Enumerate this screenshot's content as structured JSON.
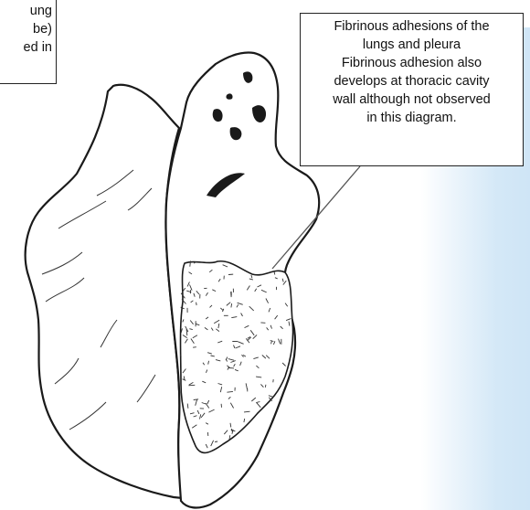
{
  "callouts": {
    "left": {
      "lines": [
        "ung",
        "be)",
        "ed in"
      ]
    },
    "right": {
      "lines": [
        "Fibrinous adhesions of the",
        "lungs and pleura",
        "Fibrinous adhesion also",
        "develops at thoracic cavity",
        "wall although not observed",
        "in this diagram."
      ]
    }
  },
  "colors": {
    "outline": "#1a1a1a",
    "sidebar_tint": "#cfe5f6"
  }
}
